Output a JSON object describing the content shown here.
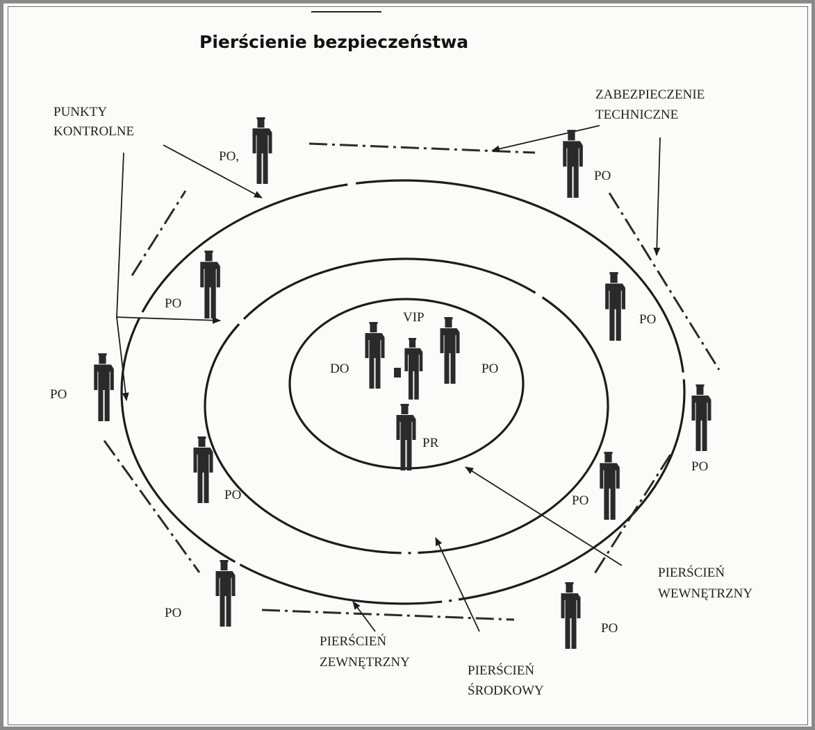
{
  "title": "Pierścienie bezpieczeństwa",
  "labels": {
    "punkty_kontrolne": [
      "PUNKTY",
      "KONTROLNE"
    ],
    "zabezpieczenie_techniczne": [
      "ZABEZPIECZENIE",
      "TECHNICZNE"
    ],
    "pierscien_wewnetrzny": [
      "PIERŚCIEŃ",
      "WEWNĘTRZNY"
    ],
    "pierscien_srodkowy": [
      "PIERŚCIEŃ",
      "ŚRODKOWY"
    ],
    "pierscien_zewnetrzny": [
      "PIERŚCIEŃ",
      "ZEWNĘTRZNY"
    ]
  },
  "figures": {
    "vip": "VIP",
    "do": "DO",
    "pr": "PR",
    "po": "PO",
    "po_top_left": "PO,"
  },
  "colors": {
    "ink": "#1c1c1c",
    "paper": "#fbfbfa",
    "frame": "#8a8a8a"
  }
}
